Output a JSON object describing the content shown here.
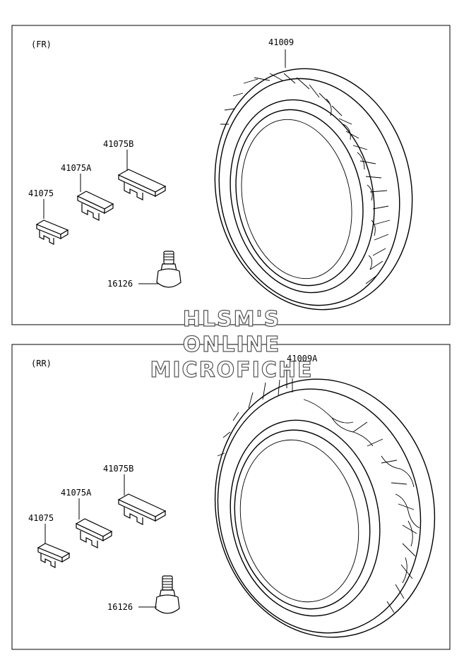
{
  "front_panel": {
    "section_label": "(FR)",
    "tire_label": "41009",
    "weight_b_label": "41075B",
    "weight_a_label": "41075A",
    "weight_label": "41075",
    "valve_label": "16126"
  },
  "rear_panel": {
    "section_label": "(RR)",
    "tire_label": "41009A",
    "weight_b_label": "41075B",
    "weight_a_label": "41075A",
    "weight_label": "41075",
    "valve_label": "16126"
  },
  "watermark": {
    "line1": "HLSM'S",
    "line2": "ONLINE",
    "line3": "MICROFICHE"
  }
}
